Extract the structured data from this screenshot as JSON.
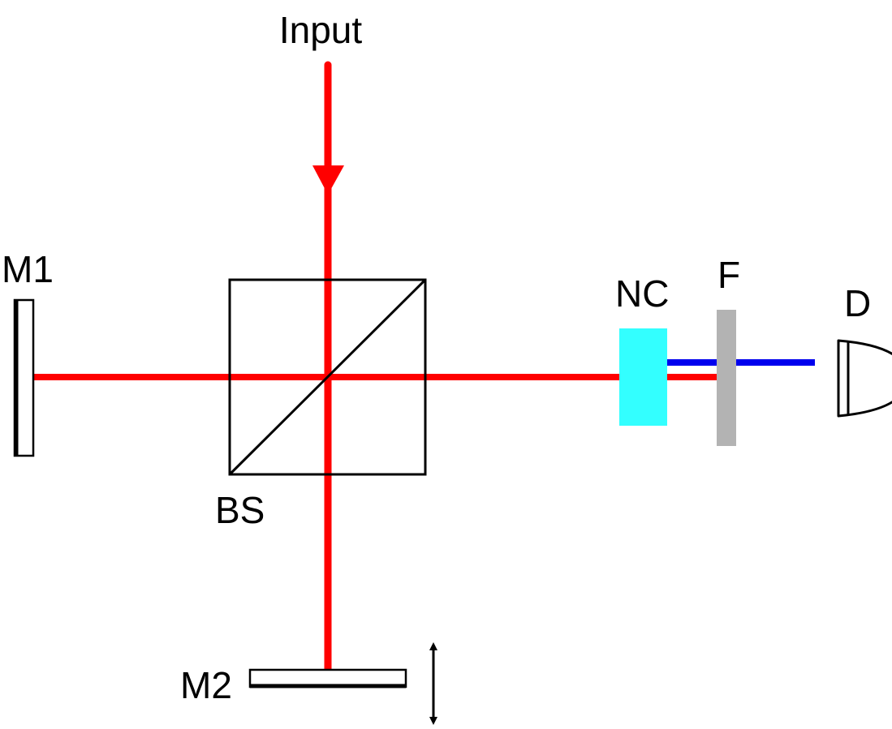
{
  "labels": {
    "input": "Input",
    "m1": "M1",
    "m2": "M2",
    "bs": "BS",
    "nc": "NC",
    "f": "F",
    "d": "D"
  },
  "colors": {
    "red_beam": "#ff0000",
    "blue_beam": "#0000ee",
    "nonlinear_crystal": "#33ffff",
    "filter": "#b3b3b3",
    "outline": "#000000"
  }
}
